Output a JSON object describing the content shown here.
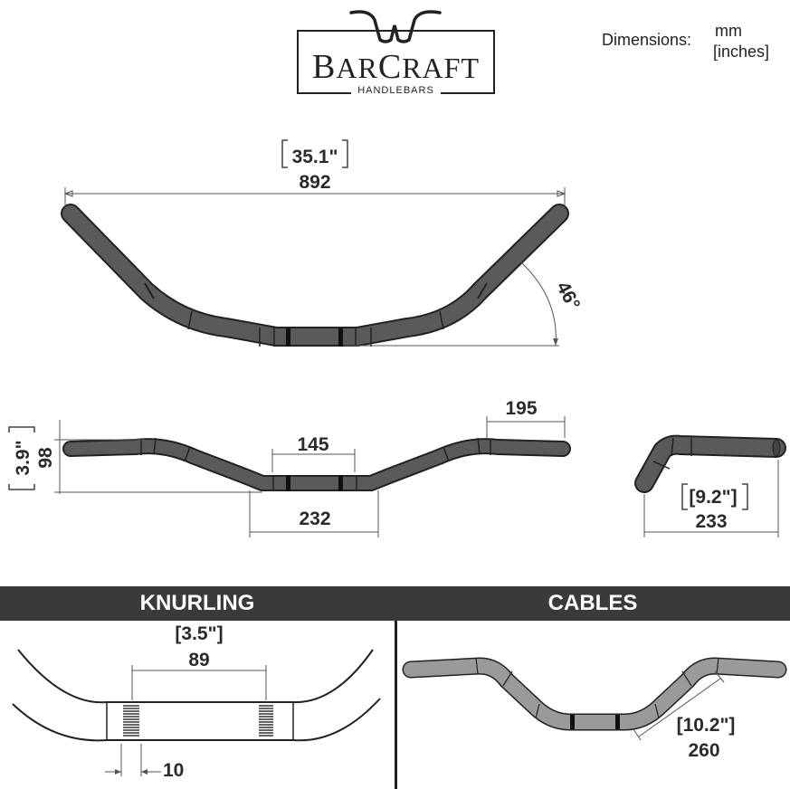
{
  "logo": {
    "brand_first_cap": "B",
    "brand_first_rest": "AR",
    "brand_second_cap": "C",
    "brand_second_rest": "RAFT",
    "sub": "HANDLEBARS"
  },
  "units": {
    "label": "Dimensions:",
    "primary": "mm",
    "secondary": "[inches]"
  },
  "top_view": {
    "width_in": "35.1\"",
    "width_mm": "892",
    "angle": "46°"
  },
  "front_view": {
    "rise_in": "3.9\"",
    "rise_mm": "98",
    "center_mm": "145",
    "base_mm": "232",
    "end_mm": "195"
  },
  "side_view": {
    "pullback_in": "[9.2\"]",
    "pullback_mm": "233"
  },
  "sections": {
    "knurling": "KNURLING",
    "cables": "CABLES"
  },
  "knurling_detail": {
    "spacing_in": "[3.5\"]",
    "spacing_mm": "89",
    "width_mm": "10"
  },
  "cables_detail": {
    "length_in": "[10.2\"]",
    "length_mm": "260"
  },
  "colors": {
    "tube": "#5a5a5a",
    "tube_light": "#9a9a9a",
    "banner": "#3a3a3a"
  }
}
